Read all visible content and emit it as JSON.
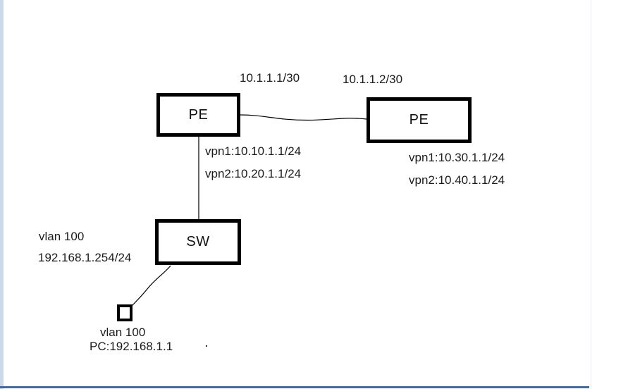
{
  "page": {
    "background": "#ffffff",
    "left_edge_strip_color": "#ccd9e8",
    "page_edge_line_color": "#e9edf3",
    "bottom_border_color": "#44699d",
    "stroke_color": "#000000"
  },
  "diagram": {
    "nodes": {
      "pe_left": {
        "label": "PE"
      },
      "pe_right": {
        "label": "PE"
      },
      "sw": {
        "label": "SW"
      },
      "pc": {
        "label": ""
      }
    },
    "labels": {
      "link_left_ip": "10.1.1.1/30",
      "link_right_ip": "10.1.1.2/30",
      "pe_left_vpn1": "vpn1:10.10.1.1/24",
      "pe_left_vpn2": "vpn2:10.20.1.1/24",
      "pe_right_vpn1": "vpn1:10.30.1.1/24",
      "pe_right_vpn2": "vpn2:10.40.1.1/24",
      "sw_vlan": "vlan 100",
      "sw_ip": "192.168.1.254/24",
      "pc_vlan": "vlan 100",
      "pc_ip": "PC:192.168.1.1"
    }
  }
}
